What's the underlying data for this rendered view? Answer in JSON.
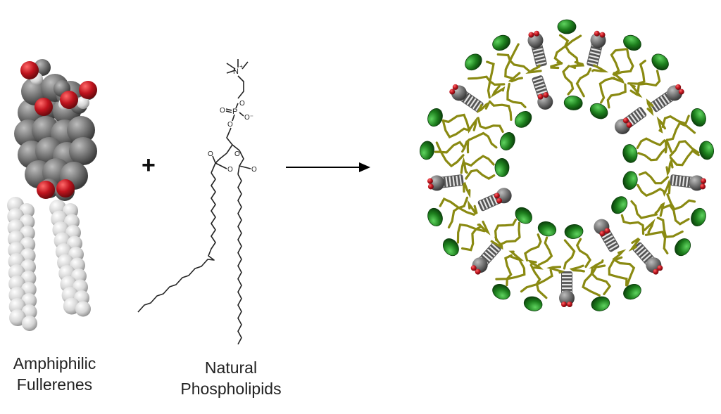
{
  "captions": {
    "fullerene_line1": "Amphiphilic",
    "fullerene_line2": "Fullerenes",
    "phospholipid_line1": "Natural",
    "phospholipid_line2": "Phospholipids"
  },
  "operator": "+",
  "structure_labels": {
    "ammonium": "N",
    "ammonium_charge": "+",
    "phosphorus": "P",
    "oxygen": "O",
    "oxide": "O⁻"
  },
  "colors": {
    "lipid_head": "#1d7f1d",
    "lipid_tail": "#8a8a12",
    "fullerene_body": "#6e6e6e",
    "oxygen_red": "#c0141e",
    "tail_atom": "#d8d8d8"
  }
}
